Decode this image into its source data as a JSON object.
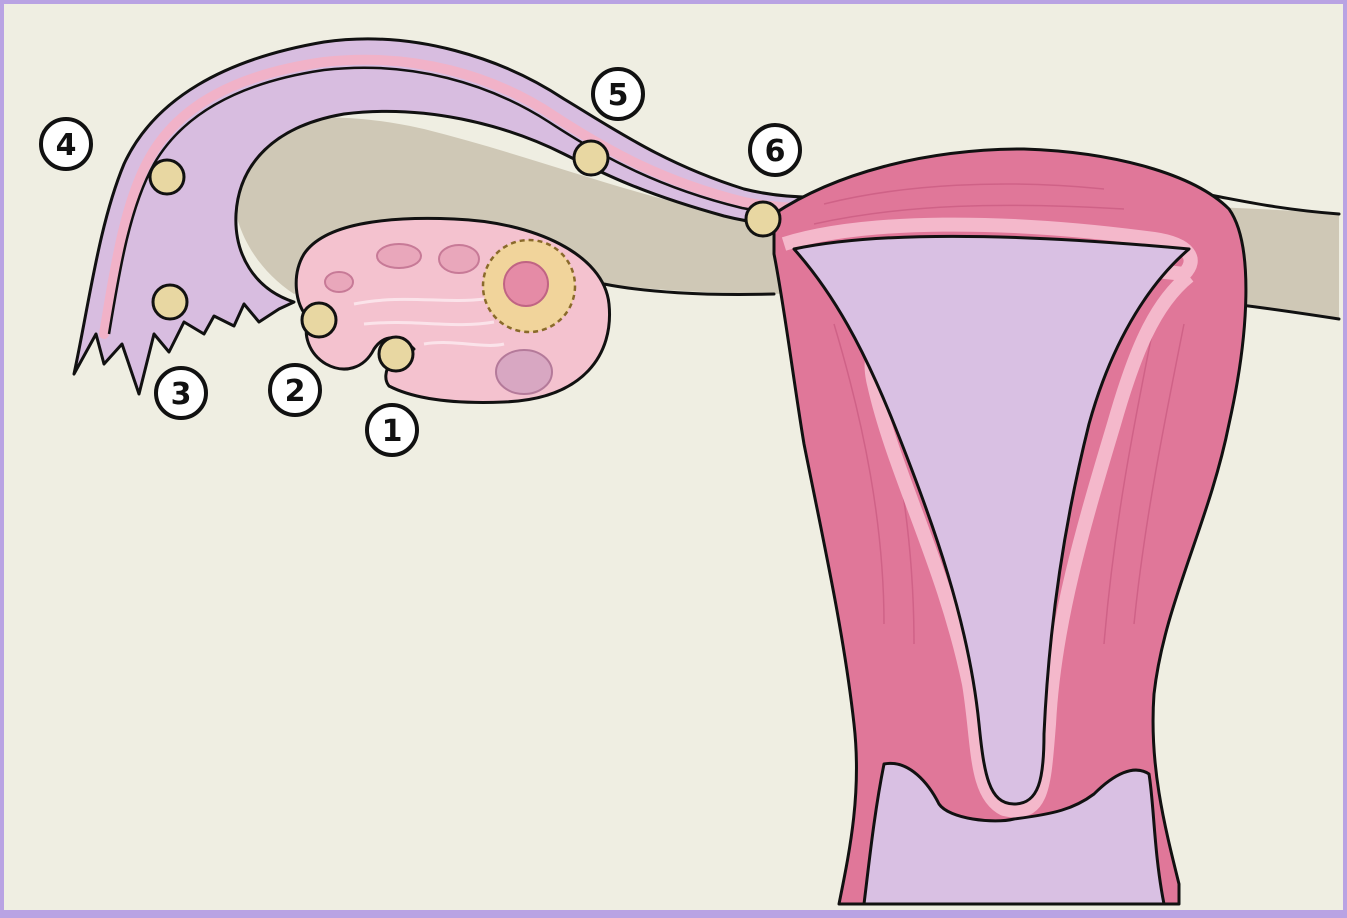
{
  "colors": {
    "border": "#b9a3e3",
    "background": "#efeee2",
    "tube_lilac": "#d8bde0",
    "tube_pink_edge": "#f1b2c8",
    "mesentery_gray": "#cfc8b6",
    "ovary_pink": "#f4c2cf",
    "myometrium": "#e07799",
    "cavity_lilac": "#d9c0e3",
    "site_dot": "#e8d7a2"
  },
  "sites": [
    {
      "id": "site-1",
      "label": "1"
    },
    {
      "id": "site-2",
      "label": "2"
    },
    {
      "id": "site-3",
      "label": "3"
    },
    {
      "id": "site-4",
      "label": "4"
    },
    {
      "id": "site-5",
      "label": "5"
    },
    {
      "id": "site-6",
      "label": "6"
    }
  ]
}
